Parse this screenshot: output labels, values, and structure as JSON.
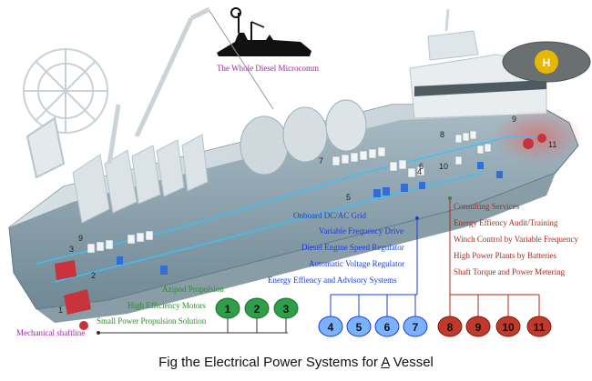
{
  "diagram": {
    "title": "The Whole Diesel Microcomm",
    "caption": {
      "before": "Fig the Electrical Power Systems for ",
      "underlined": "A",
      "after": " Vessel"
    },
    "colors": {
      "green": "#2e8b2e",
      "blue": "#1a3fd6",
      "red": "#b0281a",
      "purple": "#9b2a9b",
      "hull": "#7f99a6",
      "hull_dark": "#5f7884"
    },
    "green_group": {
      "labels": [
        "Azipod Propulsion",
        "High Efficiency Motors",
        "Small Power Propulsion Solution"
      ],
      "markers": [
        "1",
        "2",
        "3"
      ]
    },
    "mechanical_label": "Mechanical shaftline",
    "blue_group": {
      "labels": [
        "Onboard DC/AC Grid",
        "Variable Frequency Drive",
        "Diesel Engine Speed Regulator",
        "Automatic Voltage Regulator",
        "Energy Effiency and Advisory Systems"
      ],
      "markers": [
        "4",
        "5",
        "6",
        "7"
      ]
    },
    "red_group": {
      "labels": [
        "Consulting Services",
        "Energy Effiency Audit/Training",
        "Winch Control by Variable Frequency",
        "High Power  Plants by Batteries",
        "Shaft Torque and Power Metering"
      ],
      "markers": [
        "8",
        "9",
        "10",
        "11"
      ]
    },
    "ship_callouts": [
      "1",
      "2",
      "3",
      "4",
      "5",
      "6",
      "7",
      "8",
      "9",
      "9",
      "10",
      "11",
      "H"
    ]
  }
}
